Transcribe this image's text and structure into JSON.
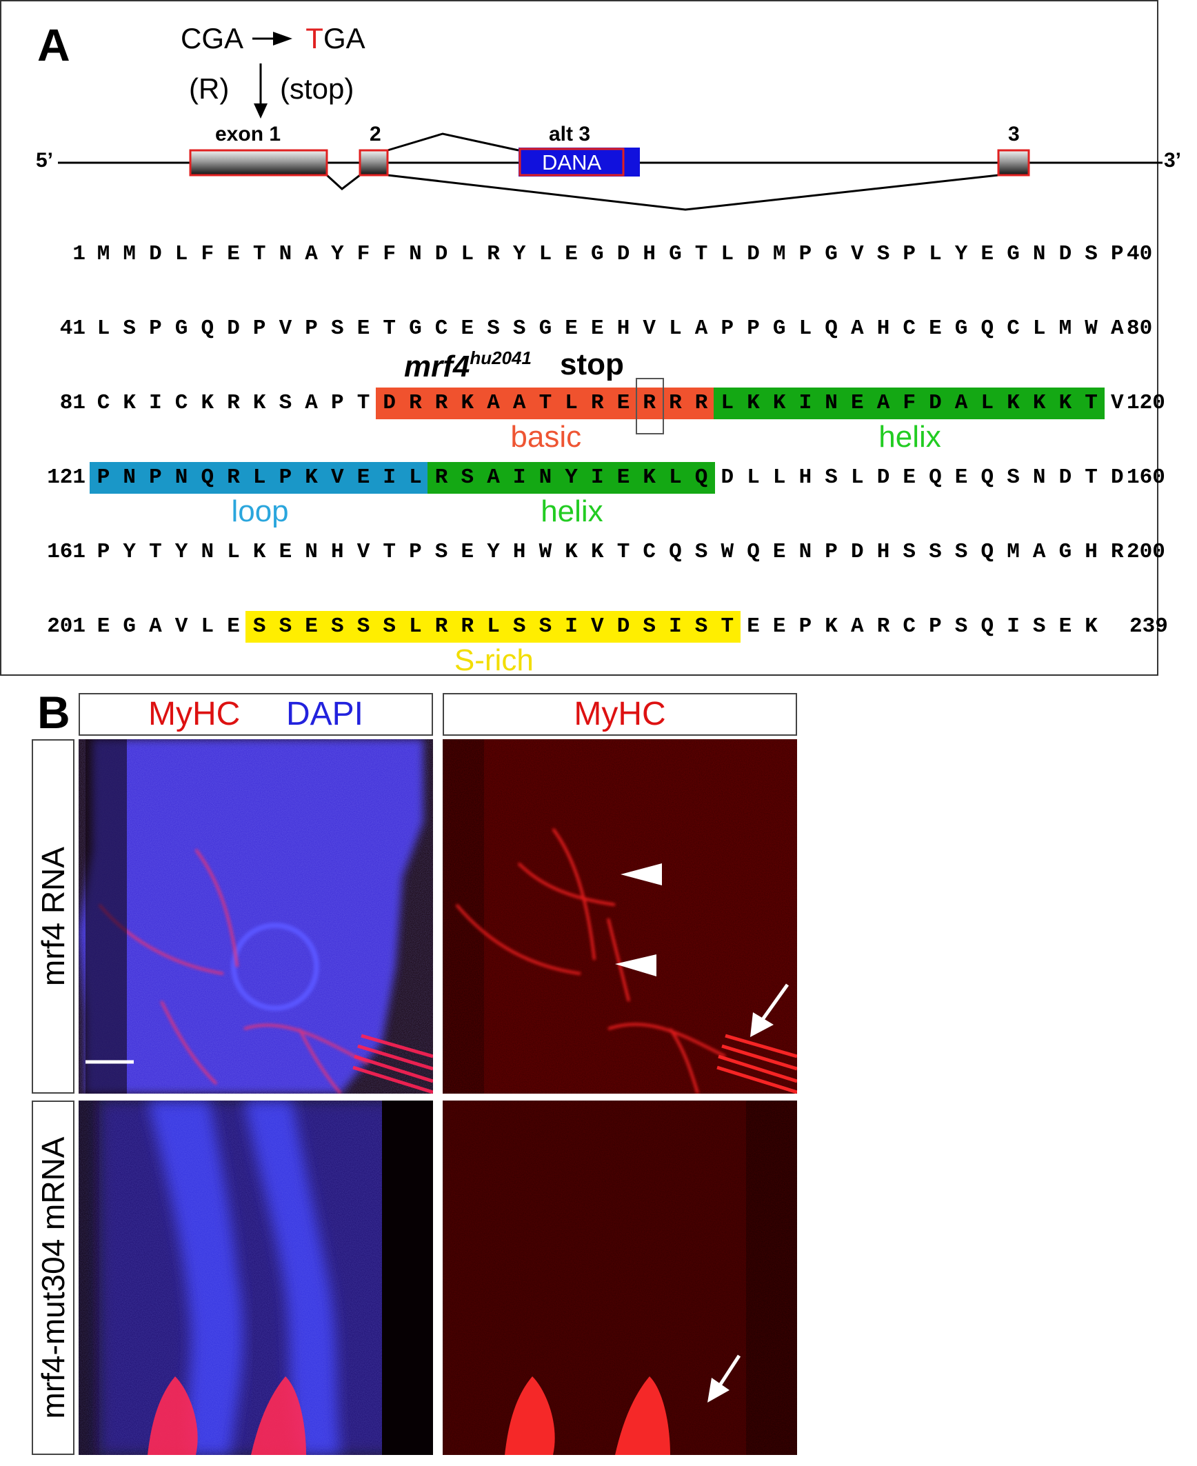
{
  "panel_a": {
    "letter": "A",
    "mutation": {
      "from_codon": "CGA",
      "to_codon_prefix": "T",
      "to_codon_suffix": "GA",
      "from_aa": "(R)",
      "to_aa": "(stop)"
    },
    "gene": {
      "five_prime": "5’",
      "three_prime": "3’",
      "exon1_label": "exon 1",
      "exon2_label": "2",
      "alt3_label": "alt 3",
      "alt3_box_label": "DANA",
      "exon3_label": "3"
    },
    "allele": {
      "name": "mrf4",
      "superscript": "hu2041",
      "stop_label": "stop"
    },
    "sequence_rows": [
      {
        "start": "1",
        "end": "40",
        "residues": "MMDLFETNAYFFNDLRYLEGDHGTLDMPGVSPLYEGNDSP"
      },
      {
        "start": "41",
        "end": "80",
        "residues": "LSPGQDPVPSETGCESSGEEHVLAPPGLQAHCEGQCLMWA"
      },
      {
        "start": "81",
        "end": "120",
        "residues": "CKICKRKSAPTDRRKAATLRERRRLKKINEAFDALKKKTV"
      },
      {
        "start": "121",
        "end": "160",
        "residues": "PNPNQRLPKVEILRSAINYIEKLQDLLHSLDEQEQSNDTD"
      },
      {
        "start": "161",
        "end": "200",
        "residues": "PYTYNLKENHVTPSEYHWKKTCQSWQENPDHSSSQMAGHR"
      },
      {
        "start": "201",
        "end": "239",
        "residues": "EGAVLESSESSSLRRLSSIVDSISTEEPKARCPSQISEK"
      }
    ],
    "domains": [
      {
        "name": "basic",
        "row": 2,
        "from": 11,
        "to": 23,
        "color": "#f0522e",
        "label_color": "#ee5533"
      },
      {
        "name": "helix",
        "row": 2,
        "from": 24,
        "to": 38,
        "color": "#14a814",
        "label_color": "#22cc22"
      },
      {
        "name": "loop",
        "row": 3,
        "from": 0,
        "to": 12,
        "color": "#1a97c8",
        "label_color": "#2aa6dd"
      },
      {
        "name": "helix",
        "row": 3,
        "from": 13,
        "to": 23,
        "color": "#14a814",
        "label_color": "#22cc22"
      },
      {
        "name": "S-rich",
        "row": 5,
        "from": 6,
        "to": 24,
        "color": "#ffee00",
        "label_color": "#f2dd00"
      }
    ],
    "stop_box": {
      "row": 2,
      "index": 21
    }
  },
  "panel_b": {
    "letter": "B",
    "column_headers": {
      "merge_red": "MyHC",
      "merge_blue": "DAPI",
      "single": "MyHC"
    },
    "row_labels": [
      "mrf4 RNA",
      "mrf4-mut304 mRNA"
    ],
    "colors": {
      "red": "#dd1111",
      "blue": "#2222dd"
    }
  }
}
